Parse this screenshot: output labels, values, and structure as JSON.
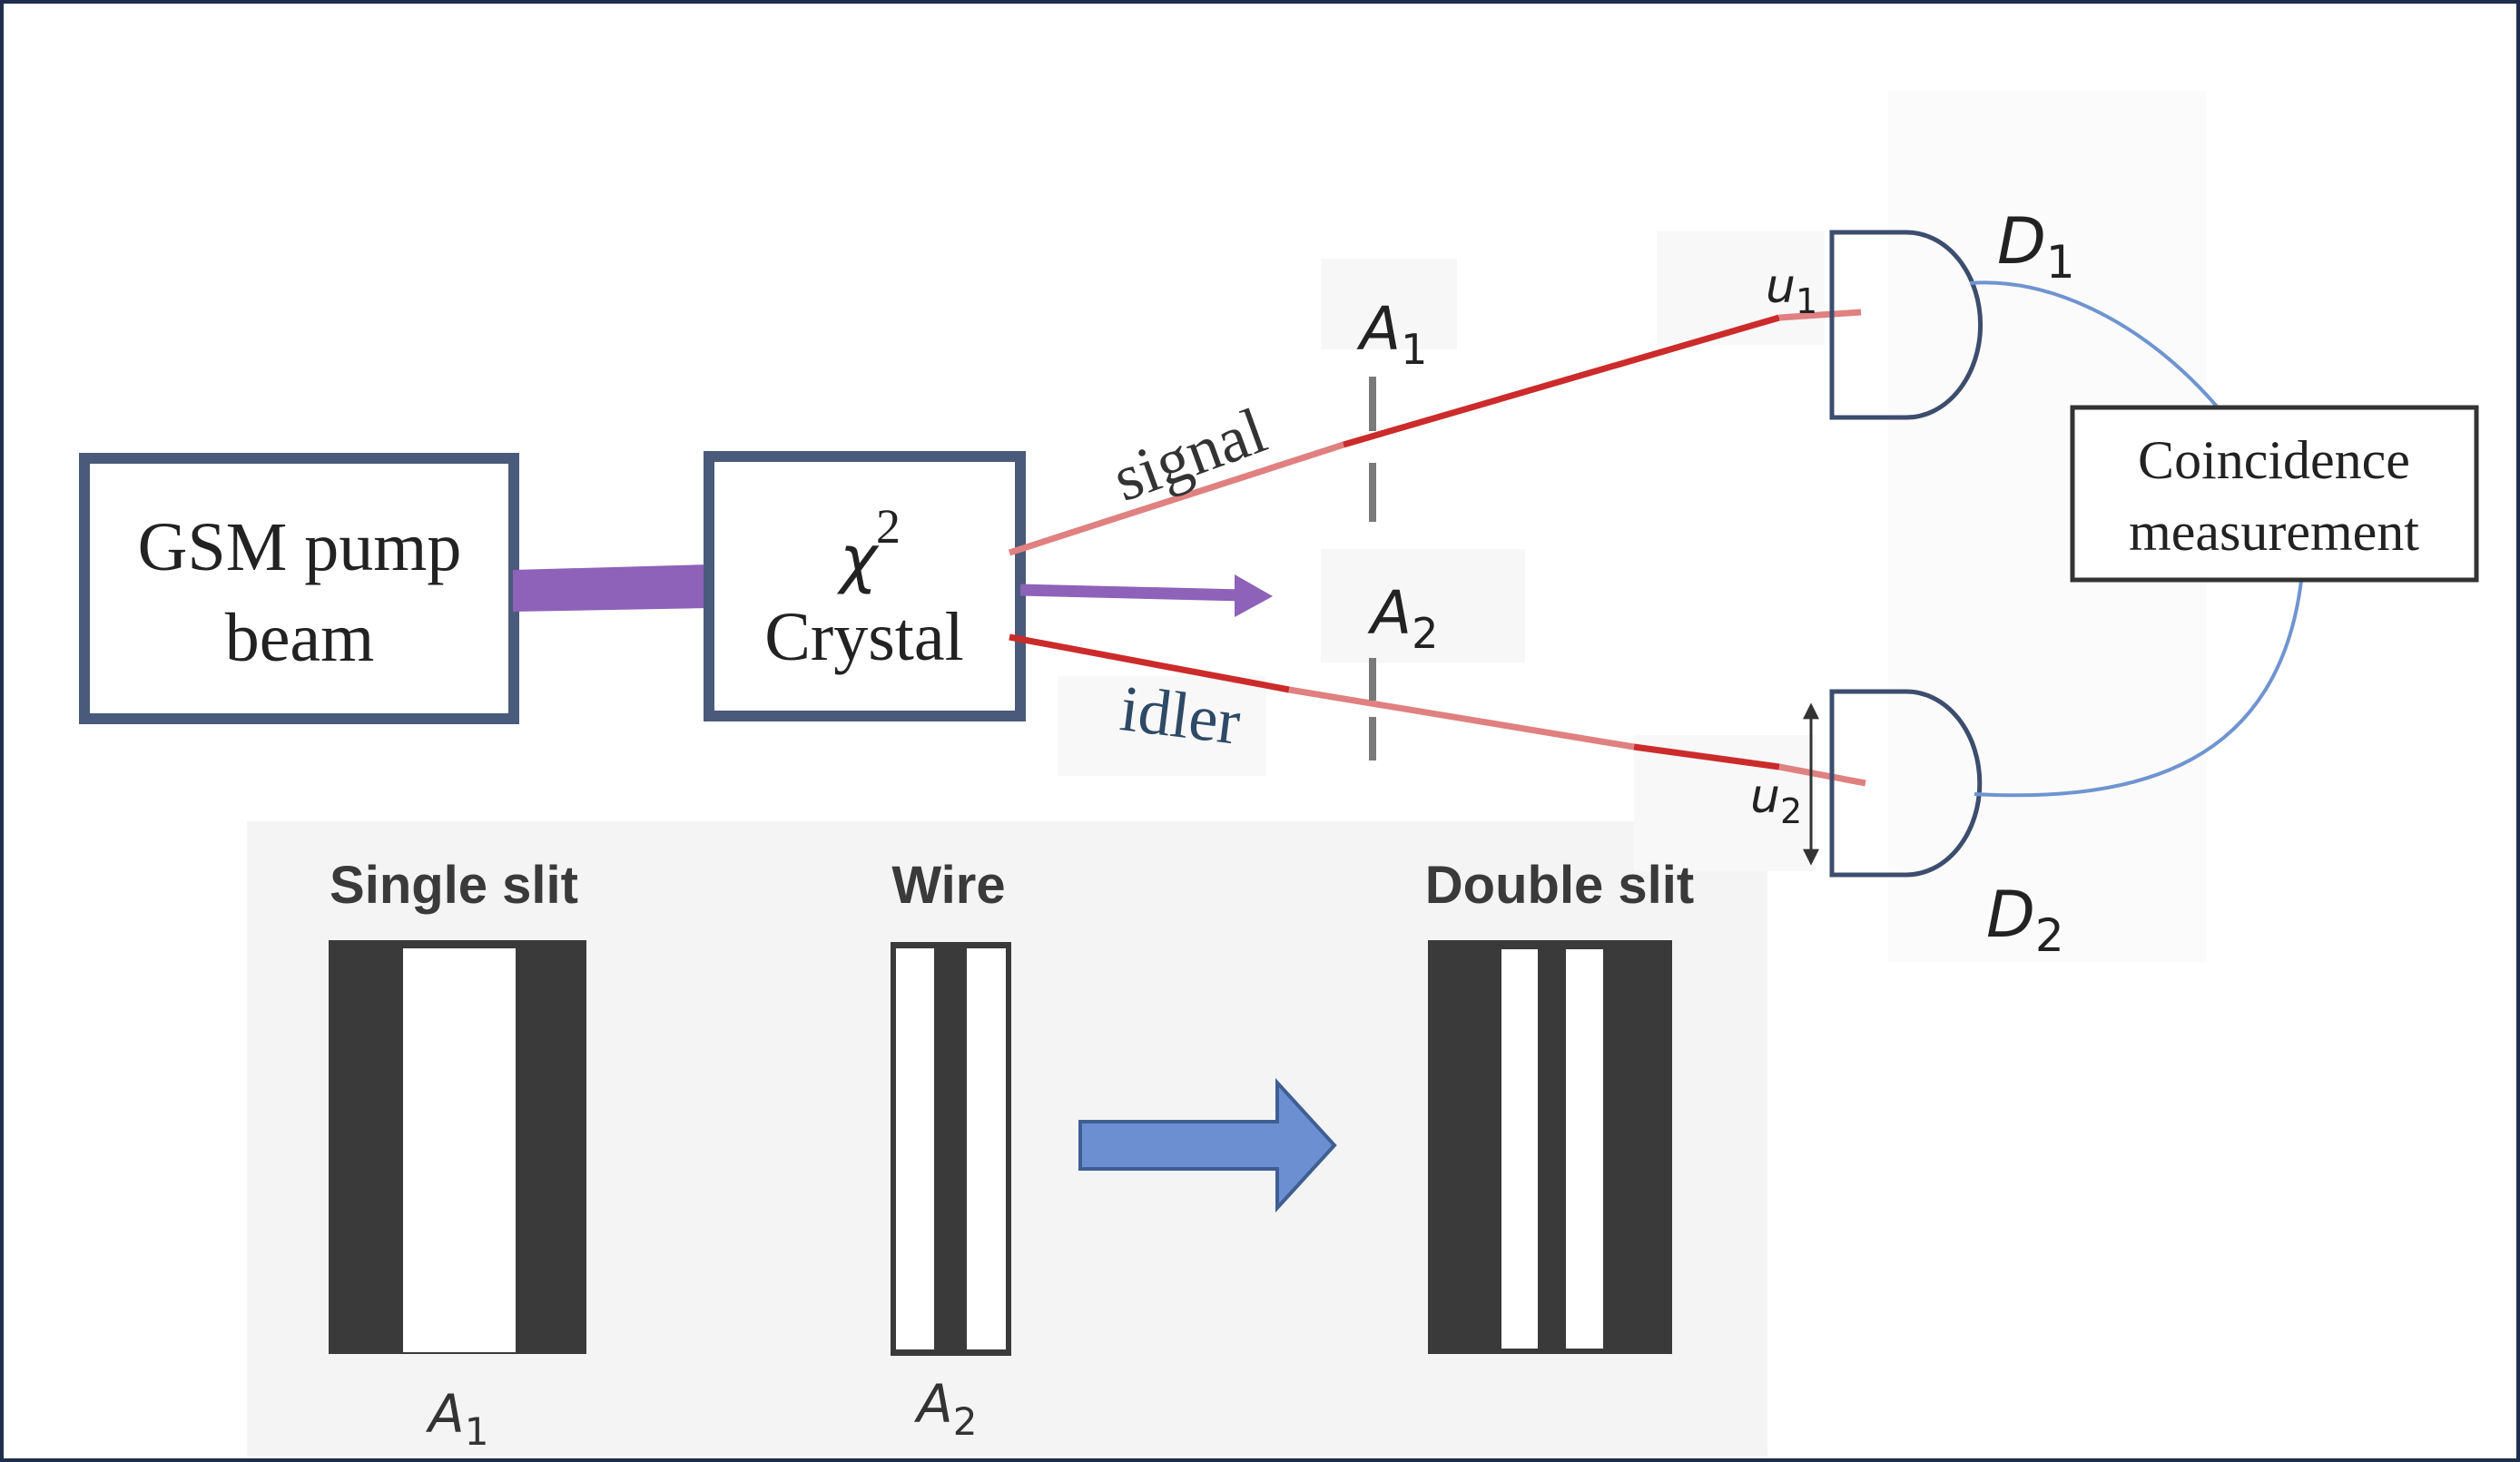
{
  "colors": {
    "frame": "#1f2d4d",
    "box_border": "#4a5a7a",
    "pump_beam": "#8d62b8",
    "laser_red": "#cc2b2b",
    "laser_pink": "#e08080",
    "detector_stroke": "#3c4d6e",
    "cable_blue": "#6f94d0",
    "block_arrow": "#6b8fd1",
    "block_arrow_edge": "#3f5f93",
    "slit_dark": "#3a3a3a",
    "bottom_panel_bg": "#f4f4f4"
  },
  "boxes": {
    "pump": {
      "line1": "GSM pump",
      "line2": "beam"
    },
    "crystal": {
      "symbol": "χ",
      "superscript": "2",
      "label": "Crystal"
    },
    "coincidence": {
      "line1": "Coincidence",
      "line2": "measurement"
    }
  },
  "beams": {
    "signal": "signal",
    "idler": "idler"
  },
  "apertures": {
    "a1": {
      "base": "A",
      "sub": "1"
    },
    "a2": {
      "base": "A",
      "sub": "2"
    }
  },
  "detectors": {
    "d1": {
      "base": "D",
      "sub": "1"
    },
    "d2": {
      "base": "D",
      "sub": "2"
    },
    "u1": {
      "base": "u",
      "sub": "1"
    },
    "u2": {
      "base": "u",
      "sub": "2"
    }
  },
  "masks": {
    "single_slit": {
      "title": "Single slit",
      "label_base": "A",
      "label_sub": "1"
    },
    "wire": {
      "title": "Wire",
      "label_base": "A",
      "label_sub": "2"
    },
    "double_slit": {
      "title": "Double slit"
    }
  },
  "icons": {
    "transform_arrow": "right-block-arrow",
    "move_arrow": "vertical-double-arrow"
  }
}
